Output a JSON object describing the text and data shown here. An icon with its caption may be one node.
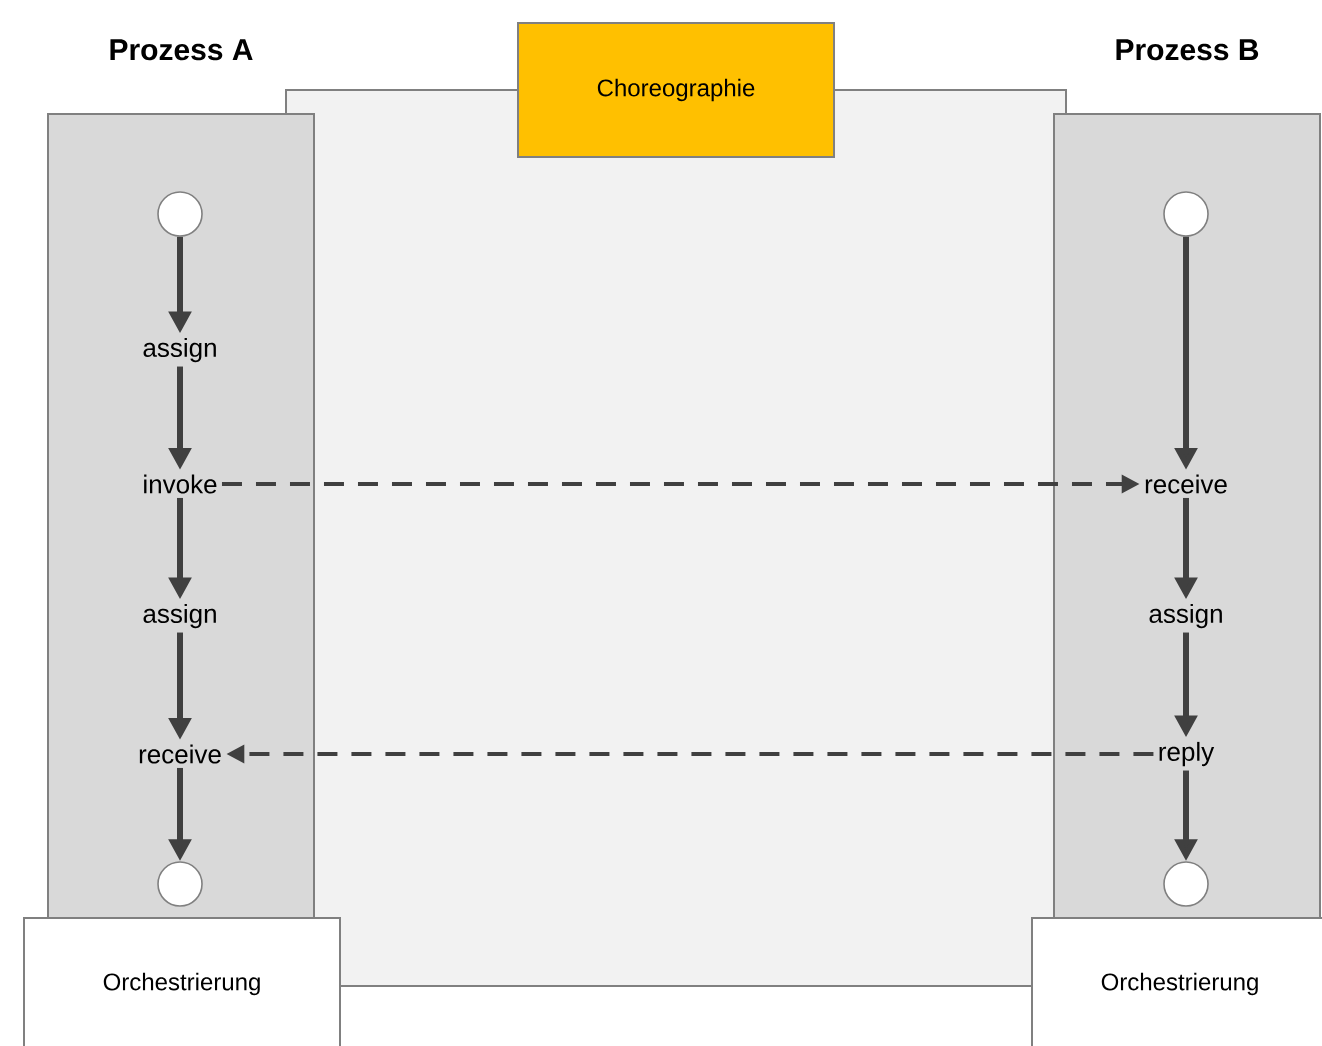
{
  "diagram": {
    "nodes": [
      {
        "text": [
          "Choreographie"
        ]
      },
      {
        "text": [
          "Prozess A"
        ]
      },
      {
        "text": [],
        "shape": "circle",
        "in": 1
      },
      {
        "text": [
          "assign"
        ],
        "in": 1
      },
      {
        "text": [
          "invoke"
        ],
        "in": 1
      },
      {
        "text": [
          "assign"
        ],
        "in": 1
      },
      {
        "text": [
          "receive"
        ],
        "in": 1
      },
      {
        "text": [],
        "shape": "circle",
        "in": 1
      },
      {
        "text": [
          "Orchestrierung"
        ]
      },
      {
        "text": [
          "Prozess B"
        ]
      },
      {
        "text": [],
        "shape": "circle",
        "in": 9
      },
      {
        "text": [
          "receive"
        ],
        "in": 9
      },
      {
        "text": [
          "assign"
        ],
        "in": 9
      },
      {
        "text": [
          "reply"
        ],
        "in": 9
      },
      {
        "text": [],
        "shape": "circle",
        "in": 9
      },
      {
        "text": [
          "Orchestrierung"
        ]
      }
    ],
    "edges": [
      {
        "from": 2,
        "to": 3,
        "arrow": "to"
      },
      {
        "from": 3,
        "to": 4,
        "arrow": "to"
      },
      {
        "from": 4,
        "to": 5,
        "arrow": "to"
      },
      {
        "from": 5,
        "to": 6,
        "arrow": "to"
      },
      {
        "from": 6,
        "to": 7,
        "arrow": "to"
      },
      {
        "from": 4,
        "to": 11,
        "arrow": "to",
        "style": "dashed"
      },
      {
        "from": 13,
        "to": 6,
        "arrow": "to",
        "style": "dashed"
      },
      {
        "from": 10,
        "to": 11,
        "arrow": "to"
      },
      {
        "from": 11,
        "to": 12,
        "arrow": "to"
      },
      {
        "from": 12,
        "to": 13,
        "arrow": "to"
      },
      {
        "from": 13,
        "to": 14,
        "arrow": "to"
      }
    ]
  }
}
